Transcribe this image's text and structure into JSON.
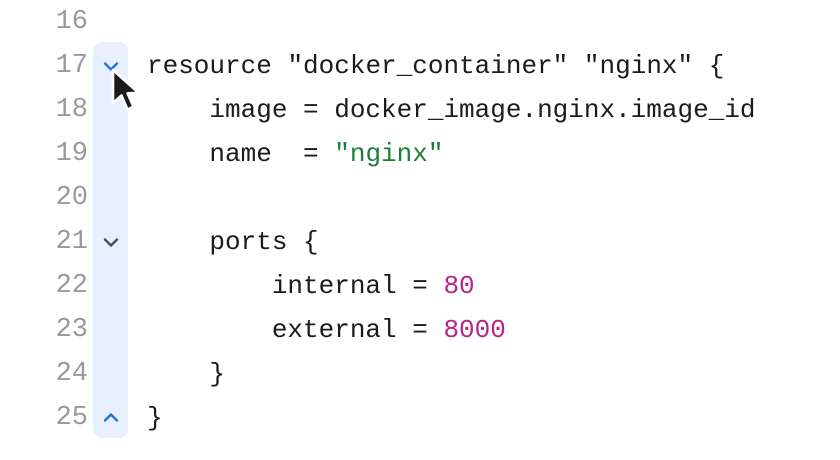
{
  "editor": {
    "name": "code-editor",
    "language": "terraform",
    "background_color": "#ffffff",
    "text_color": "#1b1b1b",
    "line_number_color": "#9a9a9a",
    "fold_strip_color": "#e8f0fe",
    "fold_chevron_active_color": "#1f75e0",
    "fold_chevron_inactive_color": "#4a4f55",
    "string_color": "#1a7f37",
    "number_color": "#b5258a"
  },
  "fold_strip": {
    "start_line": "17",
    "end_line": "25"
  },
  "lines": [
    {
      "number": "16",
      "fold": "none",
      "fold_state": "",
      "text": "",
      "tokens": []
    },
    {
      "number": "17",
      "fold": "chevron-down",
      "fold_state": "expanded",
      "text": "resource \"docker_container\" \"nginx\" {",
      "tokens": [
        {
          "t": "resource ",
          "k": "plain"
        },
        {
          "t": "\"docker_container\"",
          "k": "plain"
        },
        {
          "t": " ",
          "k": "plain"
        },
        {
          "t": "\"nginx\"",
          "k": "plain"
        },
        {
          "t": " {",
          "k": "plain"
        }
      ]
    },
    {
      "number": "18",
      "fold": "none",
      "fold_state": "",
      "text": "    image = docker_image.nginx.image_id",
      "tokens": [
        {
          "t": "    image = docker_image.nginx.image_id",
          "k": "plain"
        }
      ]
    },
    {
      "number": "19",
      "fold": "none",
      "fold_state": "",
      "text": "    name  = \"nginx\"",
      "tokens": [
        {
          "t": "    name  = ",
          "k": "plain"
        },
        {
          "t": "\"nginx\"",
          "k": "str"
        }
      ]
    },
    {
      "number": "20",
      "fold": "none",
      "fold_state": "",
      "text": "",
      "tokens": []
    },
    {
      "number": "21",
      "fold": "chevron-down",
      "fold_state": "expanded",
      "text": "    ports {",
      "tokens": [
        {
          "t": "    ports {",
          "k": "plain"
        }
      ]
    },
    {
      "number": "22",
      "fold": "none",
      "fold_state": "",
      "text": "        internal = 80",
      "tokens": [
        {
          "t": "        internal = ",
          "k": "plain"
        },
        {
          "t": "80",
          "k": "num"
        }
      ]
    },
    {
      "number": "23",
      "fold": "none",
      "fold_state": "",
      "text": "        external = 8000",
      "tokens": [
        {
          "t": "        external = ",
          "k": "plain"
        },
        {
          "t": "8000",
          "k": "num"
        }
      ]
    },
    {
      "number": "24",
      "fold": "none",
      "fold_state": "",
      "text": "    }",
      "tokens": [
        {
          "t": "    }",
          "k": "plain"
        }
      ]
    },
    {
      "number": "25",
      "fold": "chevron-up",
      "fold_state": "collapse",
      "text": "}",
      "tokens": [
        {
          "t": "}",
          "k": "plain"
        }
      ]
    }
  ],
  "pointer": {
    "name": "mouse-cursor",
    "shape": "arrow",
    "x": "110",
    "y": "68"
  }
}
